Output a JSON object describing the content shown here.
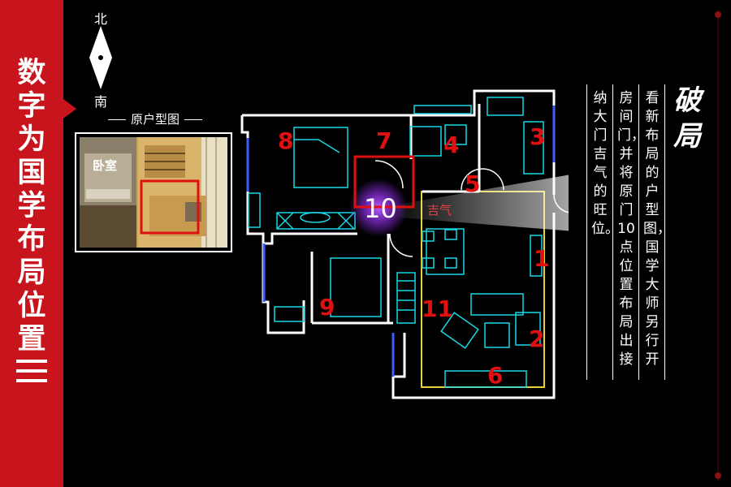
{
  "sidebar": {
    "title_chars": [
      "数",
      "字",
      "为",
      "国",
      "学",
      "布",
      "局",
      "位",
      "置"
    ]
  },
  "compass": {
    "north": "北",
    "south": "南"
  },
  "original_plan": {
    "caption": "原户型图",
    "room_label": "卧室"
  },
  "plan": {
    "numbers": [
      "1",
      "2",
      "3",
      "4",
      "5",
      "6",
      "7",
      "8",
      "9",
      "10",
      "11"
    ],
    "jiqi_label": "吉气"
  },
  "description": {
    "heading": "破局",
    "column1": "看新布局的户型图，国学大师另行开",
    "column2": "房间门，并将原门10点位置布局出接",
    "column3": "纳大门吉气的旺位。"
  },
  "colors": {
    "sidebar_red": "#c8141c",
    "wall_white": "#ffffff",
    "furniture_cyan": "#19d7e6",
    "zone_yellow": "#e6d23c",
    "highlight_red": "#e01010",
    "glow_purple": "#9a3cf0"
  }
}
